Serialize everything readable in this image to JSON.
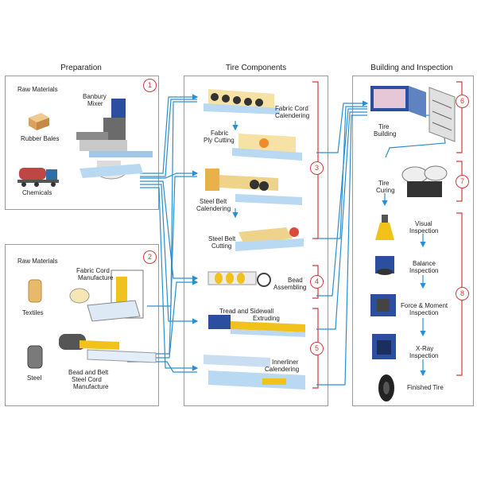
{
  "headers": {
    "preparation": "Preparation",
    "components": "Tire Components",
    "building": "Building and Inspection"
  },
  "prep": {
    "raw1": "Raw Materials",
    "banbury": [
      "Banbury",
      "Mixer"
    ],
    "rubber": "Rubber Bales",
    "chemicals": "Chemicals",
    "raw2": "Raw Materials",
    "fabric_cord": [
      "Fabric Cord",
      "Manufacture"
    ],
    "textiles": "Textiles",
    "steel": "Steel",
    "bead_belt": [
      "Bead and Belt",
      "Steel Cord",
      "Manufacture"
    ]
  },
  "components": {
    "fabric_cal": [
      "Fabric Cord",
      "Calendering"
    ],
    "fabric_ply": [
      "Fabric",
      "Ply Cutting"
    ],
    "steel_cal": [
      "Steel Belt",
      "Calendering"
    ],
    "steel_cut": [
      "Steel Belt",
      "Cutting"
    ],
    "bead": [
      "Bead",
      "Assembling"
    ],
    "tread": [
      "Tread and Sidewall",
      "Extruding"
    ],
    "inner": [
      "Innerliner",
      "Calendering"
    ]
  },
  "building": {
    "tire_building": [
      "Tire",
      "Building"
    ],
    "tire_curing": [
      "Tire",
      "Curing"
    ],
    "visual": [
      "Visual",
      "Inspection"
    ],
    "balance": [
      "Balance",
      "Inspection"
    ],
    "force": [
      "Force & Moment",
      "Inspection"
    ],
    "xray": [
      "X-Ray",
      "Inspection"
    ],
    "finished": "Finished Tire"
  },
  "steps": [
    "1",
    "2",
    "3",
    "4",
    "5",
    "6",
    "7",
    "8"
  ],
  "colors": {
    "flow": "#2a8fd0",
    "bracket": "#d23a3a",
    "panel_border": "#9a9a9a"
  }
}
